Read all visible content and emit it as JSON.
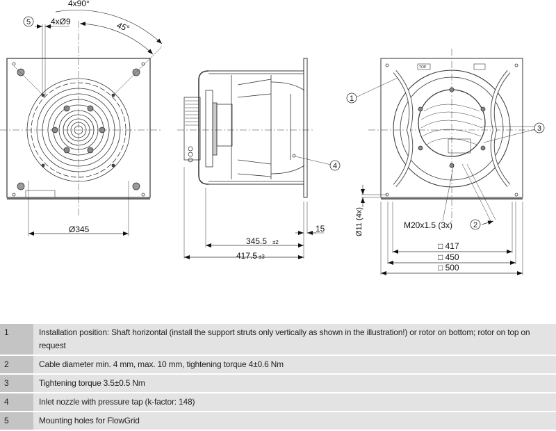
{
  "front_view": {
    "angle_total": "4x90°",
    "angle_half": "45°",
    "callout_5": "5",
    "holes": "4xØ9",
    "diameter": "Ø345"
  },
  "side_view": {
    "callout_4": "4",
    "flange": "15",
    "len_inner": "345.5",
    "len_inner_tol": "±2",
    "len_outer": "417.5",
    "len_outer_tol": "±3"
  },
  "rear_view": {
    "callout_1": "1",
    "callout_2": "2",
    "callout_3": "3",
    "top_mark": "TOP",
    "holes": "Ø11 (4x)",
    "thread": "M20x1.5 (3x)",
    "sq_417": "□ 417",
    "sq_450": "□ 450",
    "sq_500": "□ 500"
  },
  "legend": [
    {
      "num": "1",
      "text": "Installation position: Shaft horizontal (install the support struts only vertically as shown in the illustration!) or rotor on bottom; rotor on top on request"
    },
    {
      "num": "2",
      "text": "Cable diameter min. 4 mm, max. 10 mm, tightening torque 4±0.6 Nm"
    },
    {
      "num": "3",
      "text": "Tightening torque 3.5±0.5 Nm"
    },
    {
      "num": "4",
      "text": "Inlet nozzle with pressure tap (k-factor: 148)"
    },
    {
      "num": "5",
      "text": "Mounting holes for FlowGrid"
    }
  ]
}
